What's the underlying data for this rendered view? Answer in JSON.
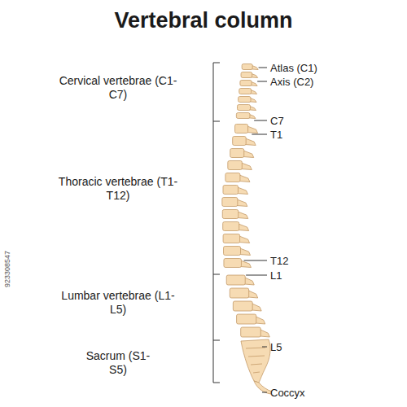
{
  "diagram": {
    "title": "Vertebral column",
    "labels": [
      "Cervical vertebrae (C1-C7)",
      "Thoracic vertebrae (T1-T12)",
      "Lumbar vertebrae (L1-L5)",
      "Sacrum (S1-S5)",
      "Atlas (C1)",
      "Axis (C2)",
      "C7",
      "T1",
      "T12",
      "L1",
      "L5",
      "Coccyx",
      "923308547"
    ]
  }
}
